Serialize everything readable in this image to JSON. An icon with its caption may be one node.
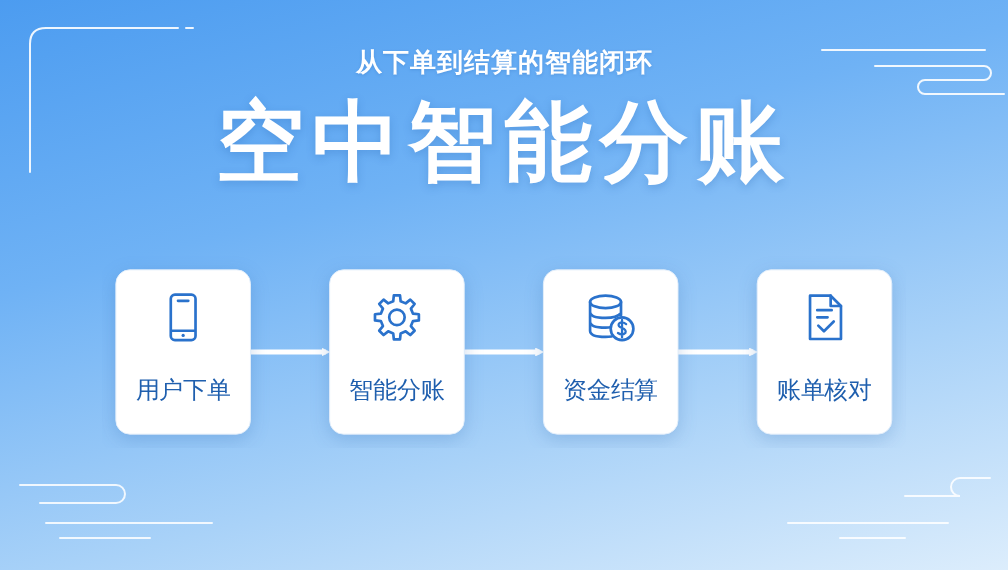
{
  "diagram": {
    "title": "空中智能分账",
    "nodes": [
      {
        "text": [
          "用户下单"
        ]
      },
      {
        "text": [
          "智能分账"
        ]
      },
      {
        "text": [
          "资金结算"
        ]
      },
      {
        "text": [
          "账单核对"
        ]
      }
    ],
    "edges": [
      {
        "from": 0,
        "to": 1,
        "arrow": "to"
      },
      {
        "from": 1,
        "to": 2,
        "arrow": "to"
      },
      {
        "from": 2,
        "to": 3,
        "arrow": "to"
      }
    ],
    "labels": [
      "从下单到结算的智能闭环"
    ]
  }
}
